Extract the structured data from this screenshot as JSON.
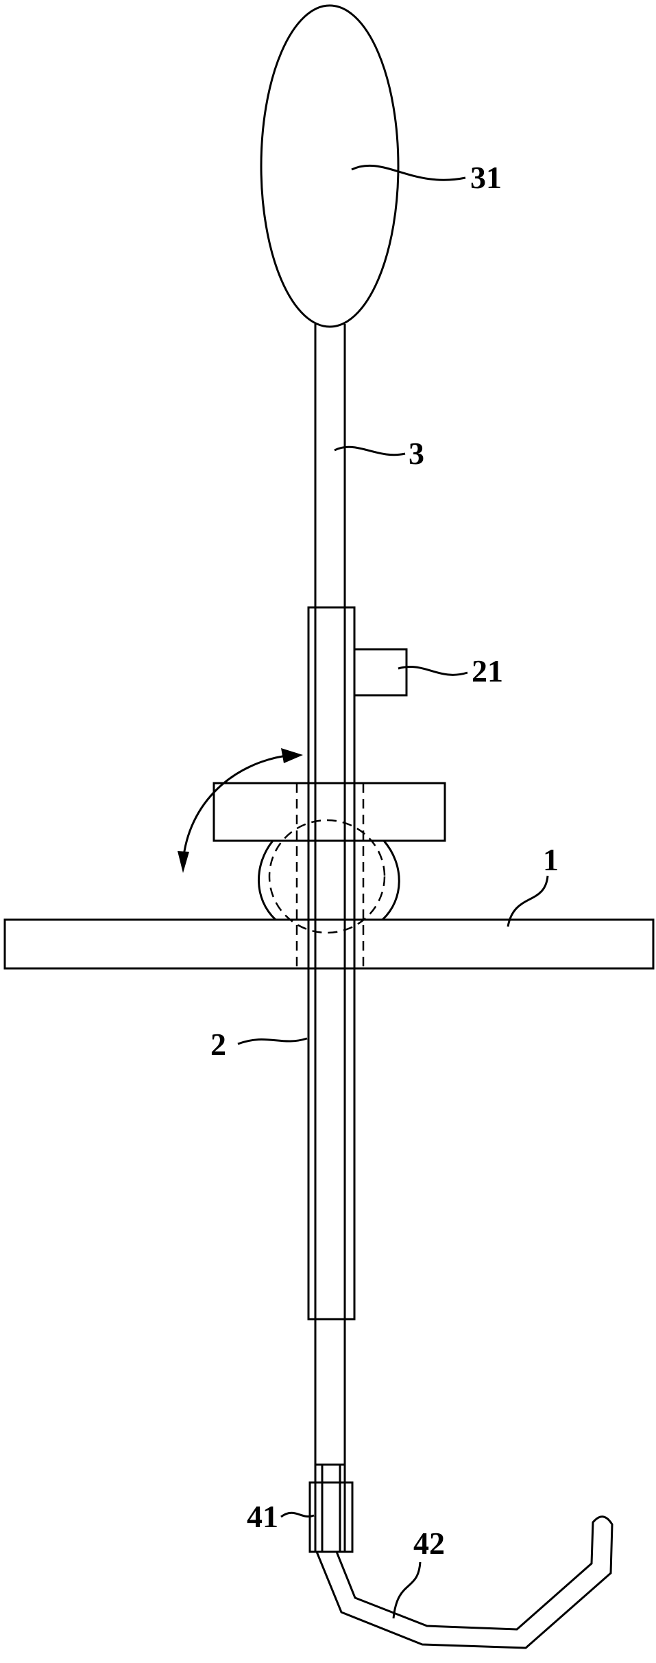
{
  "figure": {
    "labels": {
      "plate": "1",
      "tube": "2",
      "tube_block": "21",
      "rod": "3",
      "handle": "31",
      "connector": "41",
      "hook": "42"
    },
    "line_color": "#000000",
    "background": "#ffffff"
  }
}
